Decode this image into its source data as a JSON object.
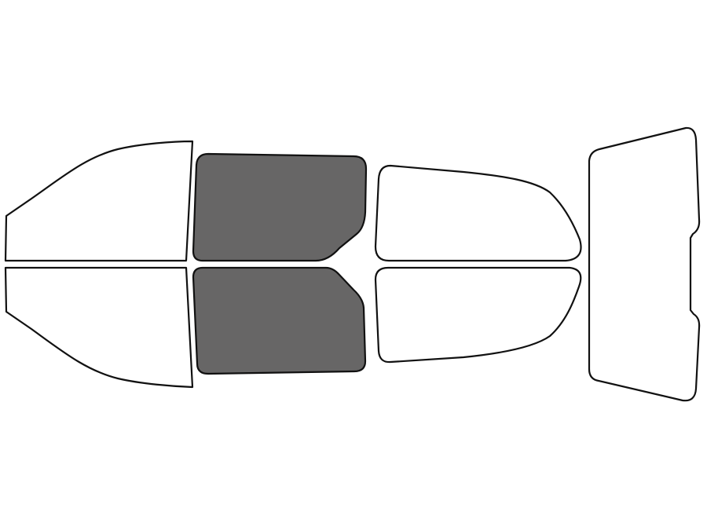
{
  "colors": {
    "background": "#ffffff",
    "outline": "#111111",
    "window_clear": "#ffffff",
    "window_tinted": "#676666"
  },
  "windows": [
    {
      "id": "front-windshield-upper-half",
      "state": "clear"
    },
    {
      "id": "front-windshield-lower-half",
      "state": "clear"
    },
    {
      "id": "front-door-window-upper",
      "state": "tinted"
    },
    {
      "id": "front-door-window-lower",
      "state": "tinted"
    },
    {
      "id": "rear-door-window-upper",
      "state": "clear"
    },
    {
      "id": "rear-door-window-lower",
      "state": "clear"
    },
    {
      "id": "rear-window",
      "state": "clear"
    }
  ]
}
